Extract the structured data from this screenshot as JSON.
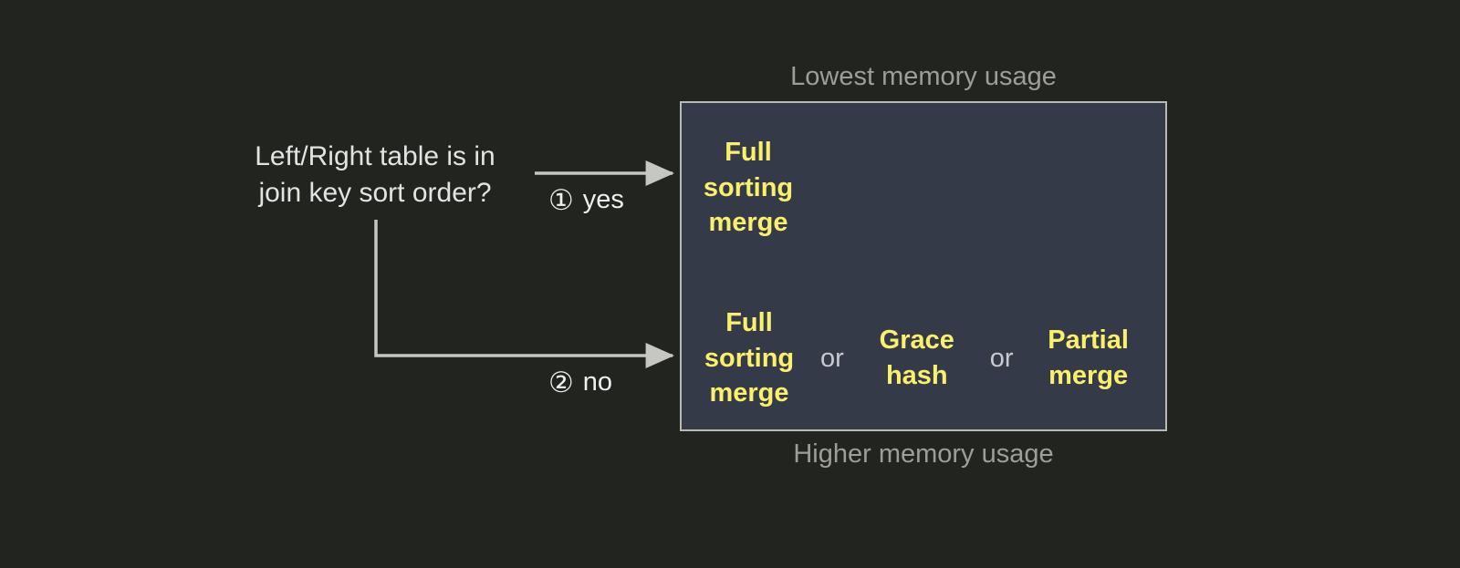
{
  "diagram": {
    "type": "decision-flow",
    "background_color": "#222420",
    "accent_color": "#faf06b",
    "box_fill_color": "#343a47",
    "box_border_color": "#b9bab6",
    "text_color": "#e3e3e1",
    "muted_text_color": "#9d9d99"
  },
  "question": {
    "text": "Left/Right table is in\njoin key sort order?"
  },
  "branches": [
    {
      "marker": "①",
      "label": "yes"
    },
    {
      "marker": "②",
      "label": "no"
    }
  ],
  "captions": {
    "top": "Lowest memory usage",
    "bottom": "Higher memory usage"
  },
  "options_box": {
    "rows": [
      {
        "branch": "yes",
        "options": [
          "Full\nsorting\nmerge"
        ],
        "separators": []
      },
      {
        "branch": "no",
        "options": [
          "Full\nsorting\nmerge",
          "Grace\nhash",
          "Partial\nmerge"
        ],
        "separators": [
          "or",
          "or"
        ]
      }
    ]
  }
}
